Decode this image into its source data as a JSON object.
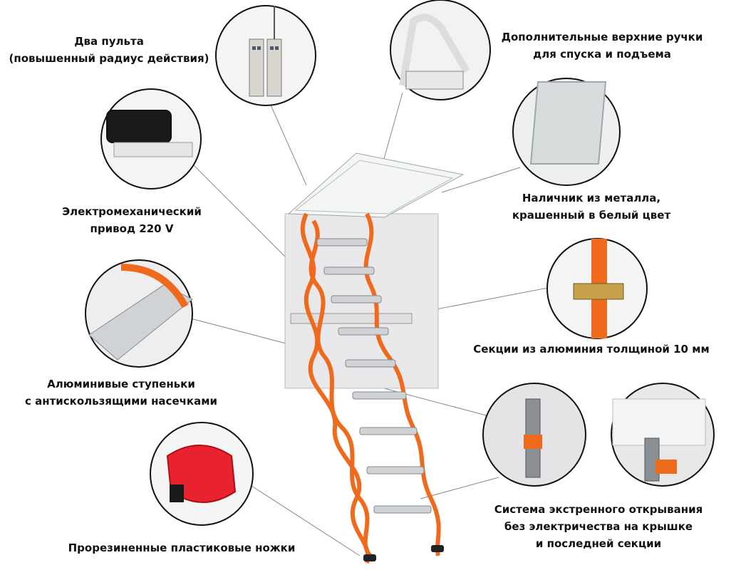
{
  "labels": {
    "remotes": {
      "line1": "Два пульта",
      "line2": "(повышенный радиус действия)"
    },
    "handles": {
      "line1": "Дополнительные верхние ручки",
      "line2": "для спуска и подъема"
    },
    "drive": {
      "line1": "Электромеханический",
      "line2": "привод 220 V"
    },
    "trim": {
      "line1": "Наличник из металла,",
      "line2": "крашенный в белый цвет"
    },
    "sections": {
      "line1": "Секции из алюминия  толщиной 10 мм"
    },
    "steps": {
      "line1": "Алюминивые ступеньки",
      "line2": "с антискользящими насечками"
    },
    "emergency": {
      "line1": "Система экстренного открывания",
      "line2": "без электричества на крышке",
      "line3": "и последней секции"
    },
    "feet": {
      "line1": "Прорезиненные пластиковые ножки"
    }
  },
  "colors": {
    "ladder_orange": "#f06a1e",
    "step_metal": "#cfd3d6",
    "hatch_white": "#f2f2f2",
    "outline": "#222222",
    "foot_red": "#e8232f"
  },
  "icons": [
    "remote-control-icon",
    "handle-icon",
    "motor-icon",
    "trim-icon",
    "bolt-icon",
    "step-icon",
    "hook-icon",
    "foot-icon"
  ]
}
